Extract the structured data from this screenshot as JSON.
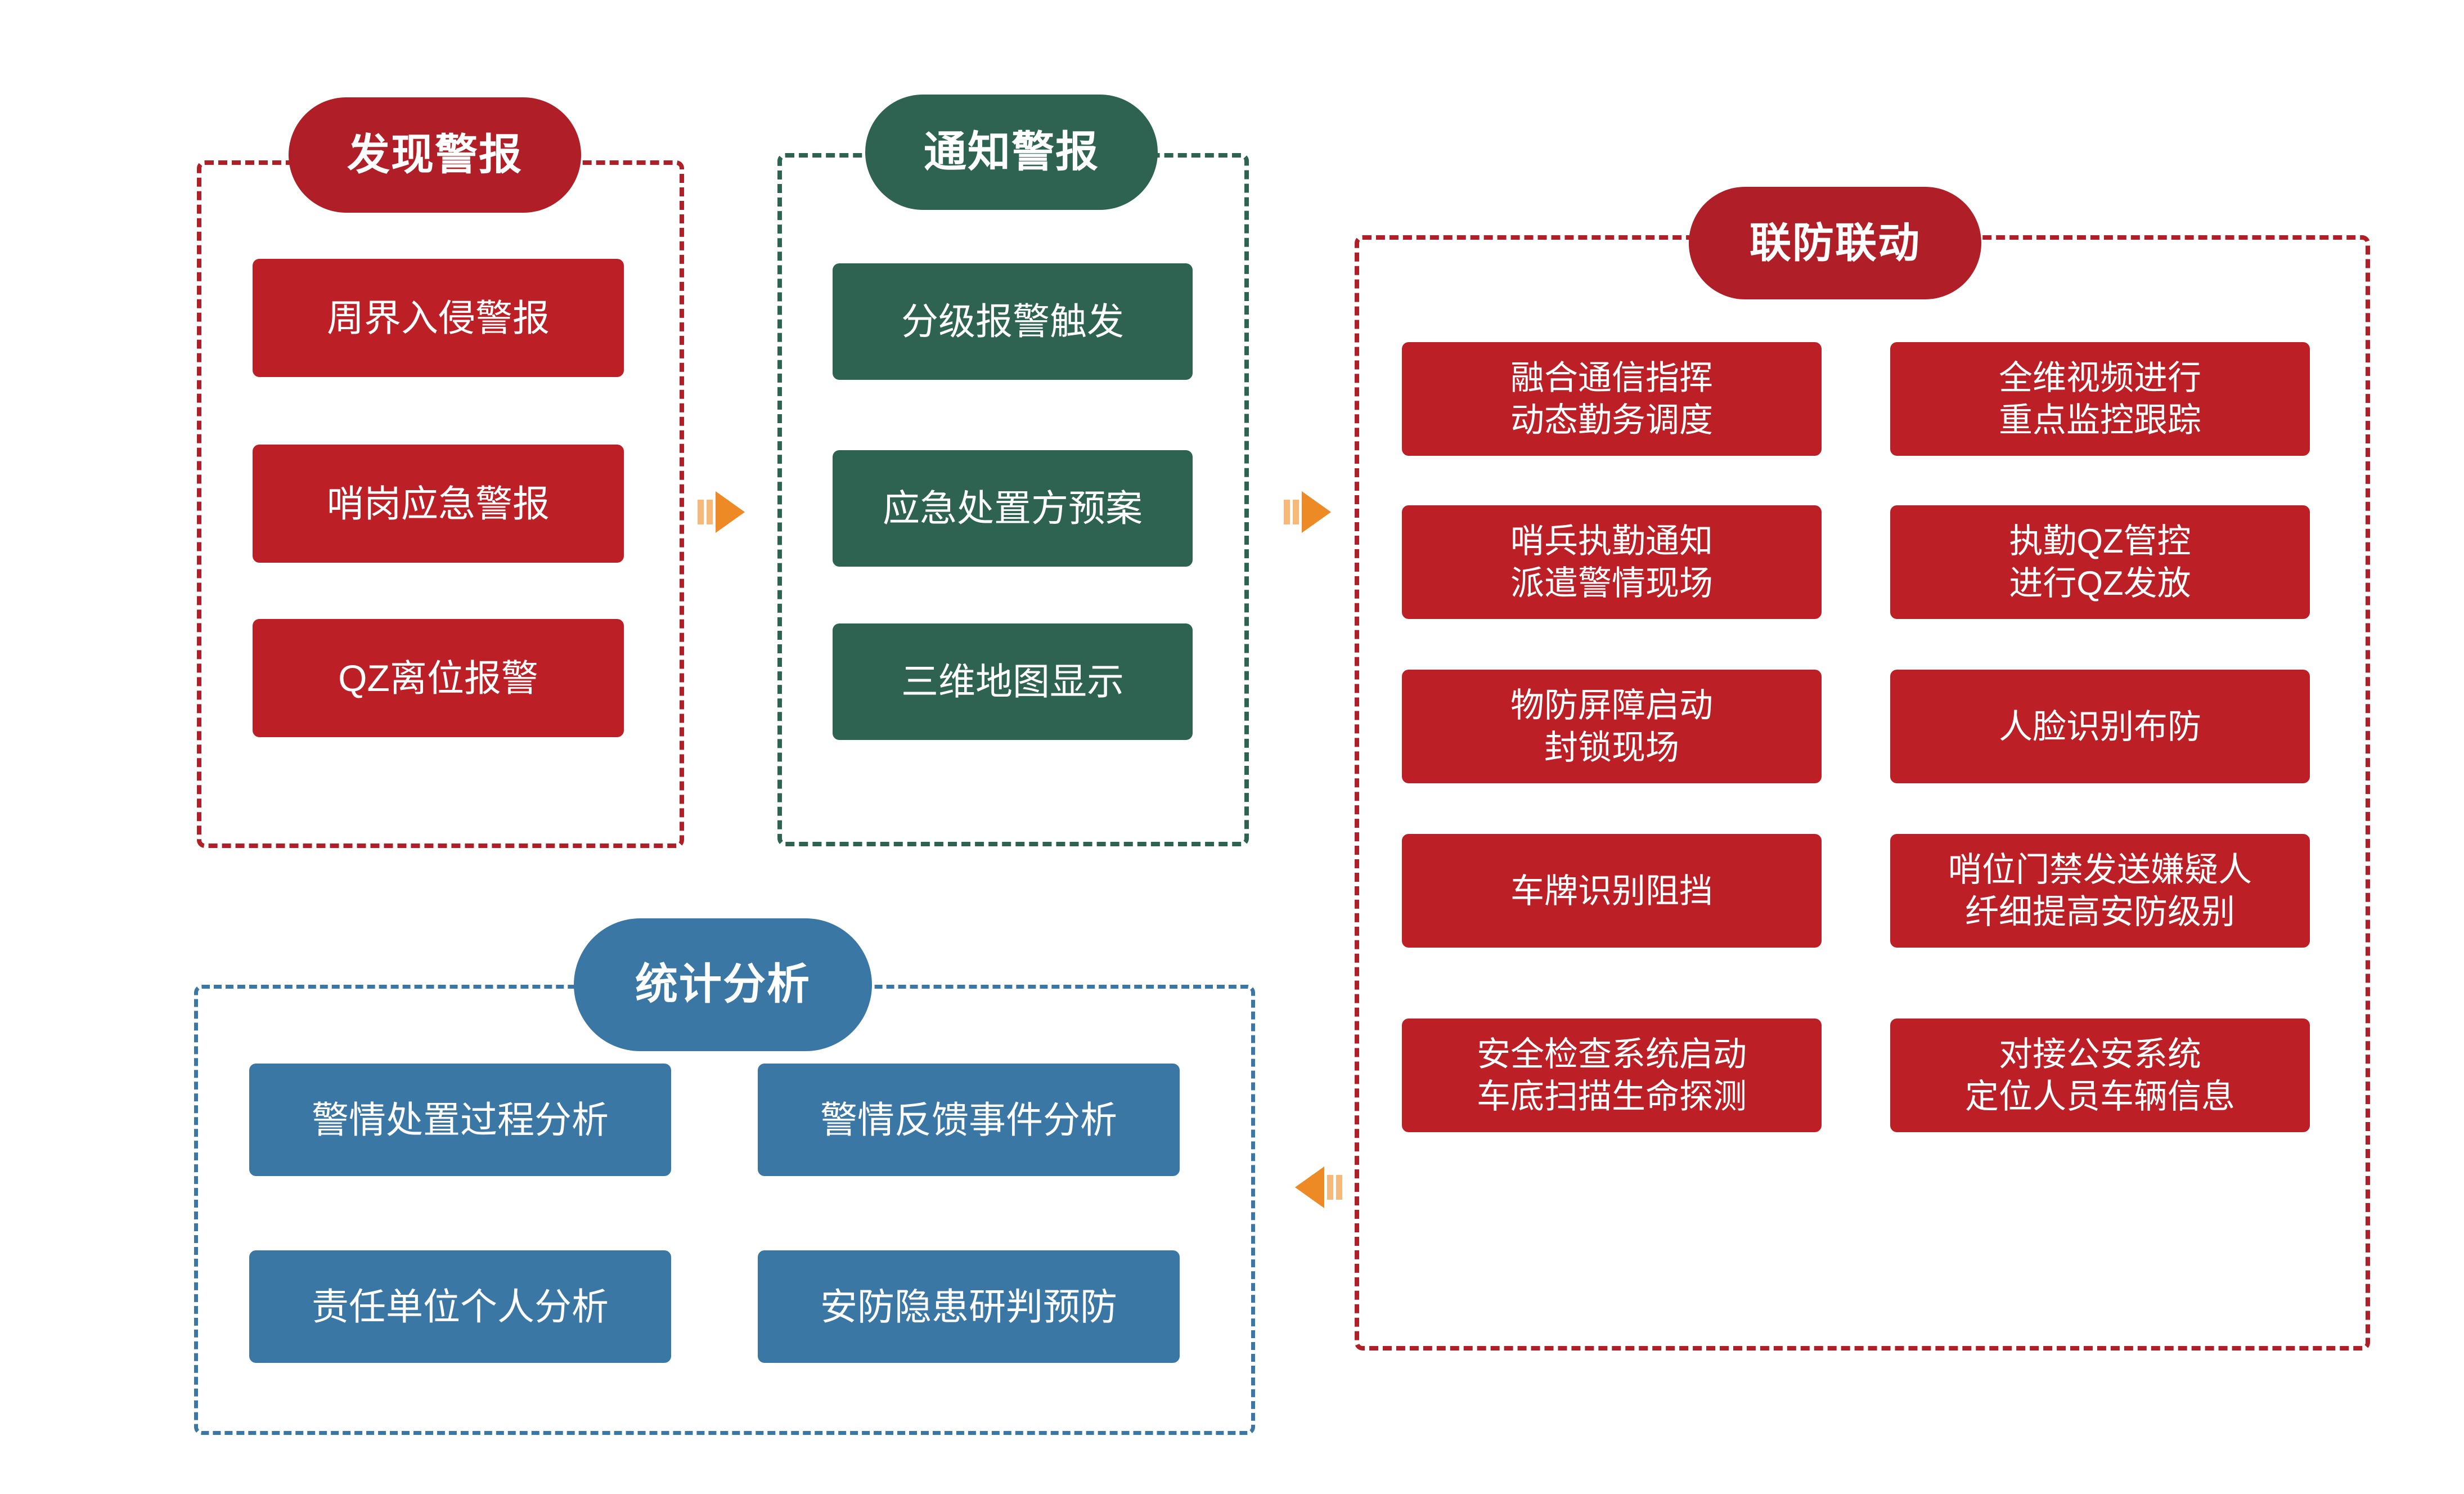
{
  "diagram": {
    "colors": {
      "red": "#BC2026",
      "red_border": "#B01F27",
      "green": "#2D6350",
      "blue": "#3A77A5",
      "arrow_orange": "#EE8A26",
      "arrow_orange_light": "#F7B97A"
    },
    "panels": [
      {
        "id": "discover-alarm",
        "title": "发现警报",
        "theme": "red",
        "items": [
          {
            "line1": "周界入侵警报",
            "line2": ""
          },
          {
            "line1": "哨岗应急警报",
            "line2": ""
          },
          {
            "line1": "QZ离位报警",
            "line2": ""
          }
        ]
      },
      {
        "id": "notify-alarm",
        "title": "通知警报",
        "theme": "green",
        "items": [
          {
            "line1": "分级报警触发",
            "line2": ""
          },
          {
            "line1": "应急处置方预案",
            "line2": ""
          },
          {
            "line1": "三维地图显示",
            "line2": ""
          }
        ]
      },
      {
        "id": "joint-defense",
        "title": "联防联动",
        "theme": "red",
        "items_left": [
          {
            "line1": "融合通信指挥",
            "line2": "动态勤务调度"
          },
          {
            "line1": "哨兵执勤通知",
            "line2": "派遣警情现场"
          },
          {
            "line1": "物防屏障启动",
            "line2": "封锁现场"
          },
          {
            "line1": "车牌识别阻挡",
            "line2": ""
          },
          {
            "line1": "安全检查系统启动",
            "line2": "车底扫描生命探测"
          }
        ],
        "items_right": [
          {
            "line1": "全维视频进行",
            "line2": "重点监控跟踪"
          },
          {
            "line1": "执勤QZ管控",
            "line2": "进行QZ发放"
          },
          {
            "line1": "人脸识别布防",
            "line2": ""
          },
          {
            "line1": "哨位门禁发送嫌疑人",
            "line2": "纤细提高安防级别"
          },
          {
            "line1": "对接公安系统",
            "line2": "定位人员车辆信息"
          }
        ]
      },
      {
        "id": "statistical-analysis",
        "title": "统计分析",
        "theme": "blue",
        "items": [
          {
            "line1": "警情处置过程分析",
            "line2": ""
          },
          {
            "line1": "警情反馈事件分析",
            "line2": ""
          },
          {
            "line1": "责任单位个人分析",
            "line2": ""
          },
          {
            "line1": "安防隐患研判预防",
            "line2": ""
          }
        ]
      }
    ],
    "arrows": [
      {
        "id": "arrow-discover-to-notify",
        "direction": "right"
      },
      {
        "id": "arrow-notify-to-joint",
        "direction": "right"
      },
      {
        "id": "arrow-joint-to-statistics",
        "direction": "left"
      }
    ]
  }
}
